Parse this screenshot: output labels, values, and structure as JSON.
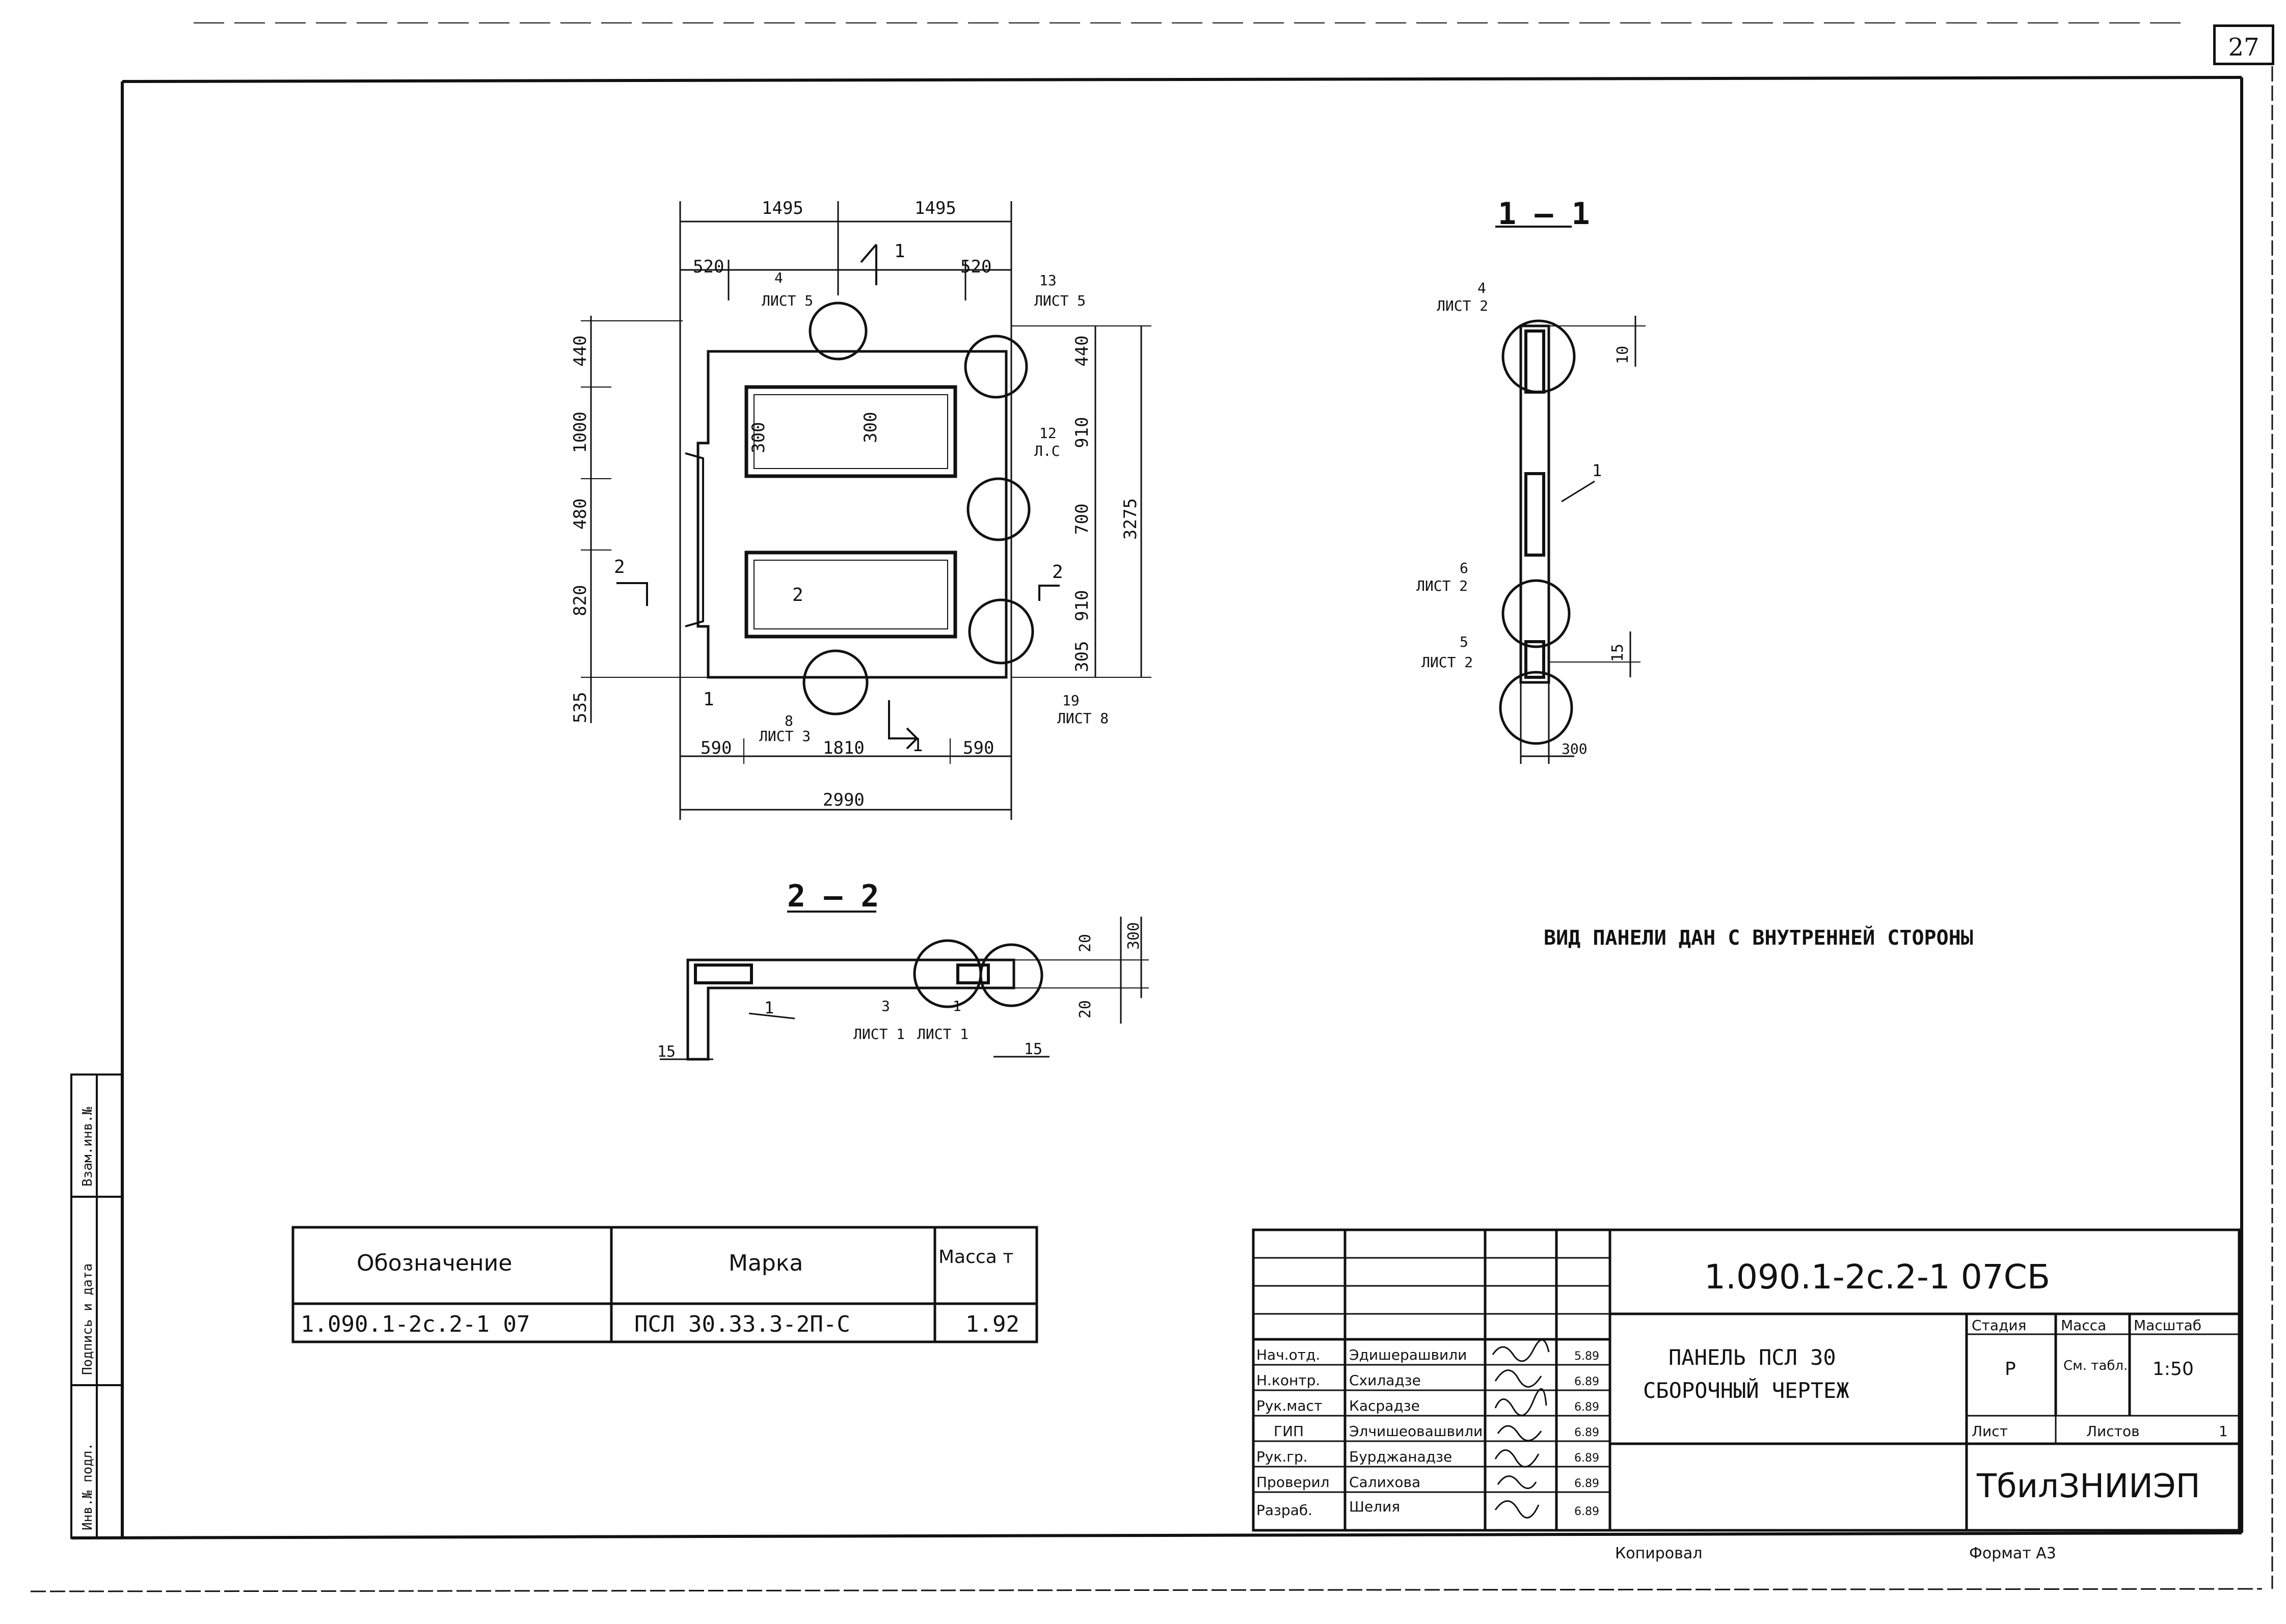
{
  "page_number": "27",
  "section_labels": {
    "section_1_1": "1 – 1",
    "section_2_2": "2 – 2"
  },
  "note": "ВИД ПАНЕЛИ ДАН С ВНУТРЕННЕЙ СТОРОНЫ",
  "plan": {
    "dims_top": [
      "1495",
      "1495"
    ],
    "dims_top_inner": [
      "520",
      "520"
    ],
    "dims_left": [
      "440",
      "1000",
      "480",
      "820",
      "535"
    ],
    "dims_right": [
      "440",
      "910",
      "700",
      "910",
      "305"
    ],
    "dim_right_total": "3275",
    "dims_bottom": [
      "590",
      "1810",
      "590"
    ],
    "dim_bottom_total": "2990",
    "opening_dims": [
      "300",
      "300"
    ],
    "callouts": [
      {
        "num": "4",
        "sheet": "ЛИСТ 5"
      },
      {
        "num": "13",
        "sheet": "ЛИСТ 5"
      },
      {
        "num": "12",
        "sheet": "Л.С"
      },
      {
        "num": "8",
        "sheet": "ЛИСТ 3"
      },
      {
        "num": "19",
        "sheet": "ЛИСТ 8"
      }
    ],
    "section_marks": [
      "1",
      "1",
      "2",
      "2"
    ],
    "position_labels": [
      "1",
      "2"
    ]
  },
  "section11": {
    "callouts": [
      {
        "num": "4",
        "sheet": "ЛИСТ 2"
      },
      {
        "num": "6",
        "sheet": "ЛИСТ 2"
      },
      {
        "num": "5",
        "sheet": "ЛИСТ 2"
      }
    ],
    "position_label": "1",
    "dims": [
      "10",
      "15",
      "300"
    ]
  },
  "section22": {
    "callouts": [
      {
        "num": "3",
        "sheet": "ЛИСТ 1"
      },
      {
        "num": "1",
        "sheet": "ЛИСТ 1"
      }
    ],
    "position_label": "1",
    "dims": [
      "20",
      "300",
      "20",
      "15",
      "15"
    ]
  },
  "spec_table": {
    "headers": [
      "Обозначение",
      "Марка",
      "Масса т"
    ],
    "row": [
      "1.090.1-2с.2-1 07",
      "ПСЛ 30.33.3-2П-С",
      "1.92"
    ]
  },
  "side_stamp": [
    "Инв.№ подл.",
    "Подпись и дата",
    "Взам.инв.№"
  ],
  "title_block": {
    "document_code": "1.090.1-2с.2-1 07СБ",
    "title_lines": [
      "ПАНЕЛЬ ПСЛ 30",
      "СБОРОЧНЫЙ ЧЕРТЕЖ"
    ],
    "stage_header": "Стадия",
    "mass_header": "Масса",
    "scale_header": "Масштаб",
    "stage_value": "Р",
    "mass_value": "См. табл.",
    "scale_value": "1:50",
    "sheet_label": "Лист",
    "sheets_label": "Листов",
    "sheets_value": "1",
    "organization": "ТбилЗНИИЭП",
    "roles": [
      {
        "role": "Нач.отд.",
        "name": "Эдишерашвили",
        "date": "5.89"
      },
      {
        "role": "Н.контр.",
        "name": "Схиладзе",
        "date": "6.89"
      },
      {
        "role": "Рук.маст",
        "name": "Касрадзе",
        "date": "6.89"
      },
      {
        "role": "ГИП",
        "name": "Элчишеовашвили",
        "date": "6.89"
      },
      {
        "role": "Рук.гр.",
        "name": "Бурджанадзе",
        "date": "6.89"
      },
      {
        "role": "Проверил",
        "name": "Салихова",
        "date": "6.89"
      },
      {
        "role": "Разраб.",
        "name": "Шелия",
        "date": "6.89"
      }
    ]
  },
  "footer": {
    "copied": "Копировал",
    "format": "Формат А3"
  }
}
